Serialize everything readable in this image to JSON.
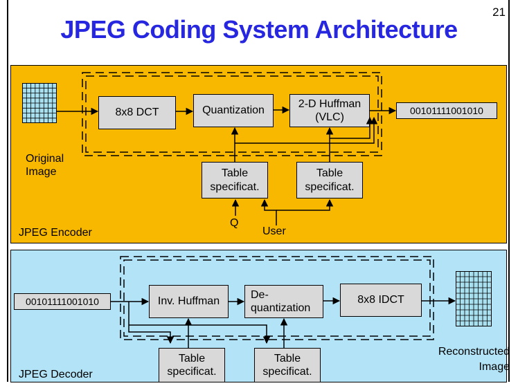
{
  "slide": {
    "title": "JPEG Coding System Architecture",
    "page_number": "21"
  },
  "encoder": {
    "panel_label": "JPEG Encoder",
    "input_label": "Original\nImage",
    "dct": "8x8 DCT",
    "quantization": "Quantization",
    "huffman": "2-D Huffman\n(VLC)",
    "output_bits": "00101111001010",
    "table_quant": "Table\nspecificat.",
    "table_huff": "Table\nspecificat.",
    "q_label": "Q",
    "user_label": "User"
  },
  "decoder": {
    "panel_label": "JPEG Decoder",
    "input_bits": "00101111001010",
    "inv_huffman": "Inv. Huffman",
    "dequantization": "De-\nquantization",
    "idct": "8x8 IDCT",
    "table_huff": "Table\nspecificat.",
    "table_quant": "Table\nspecificat.",
    "output_label": "Reconstructed\nImage"
  },
  "colors": {
    "title": "#2727e0",
    "encoder_bg": "#f9b800",
    "decoder_bg": "#b3e3f6",
    "box_fill": "#d9d9d9",
    "image_grid": "#a8e0f0"
  }
}
